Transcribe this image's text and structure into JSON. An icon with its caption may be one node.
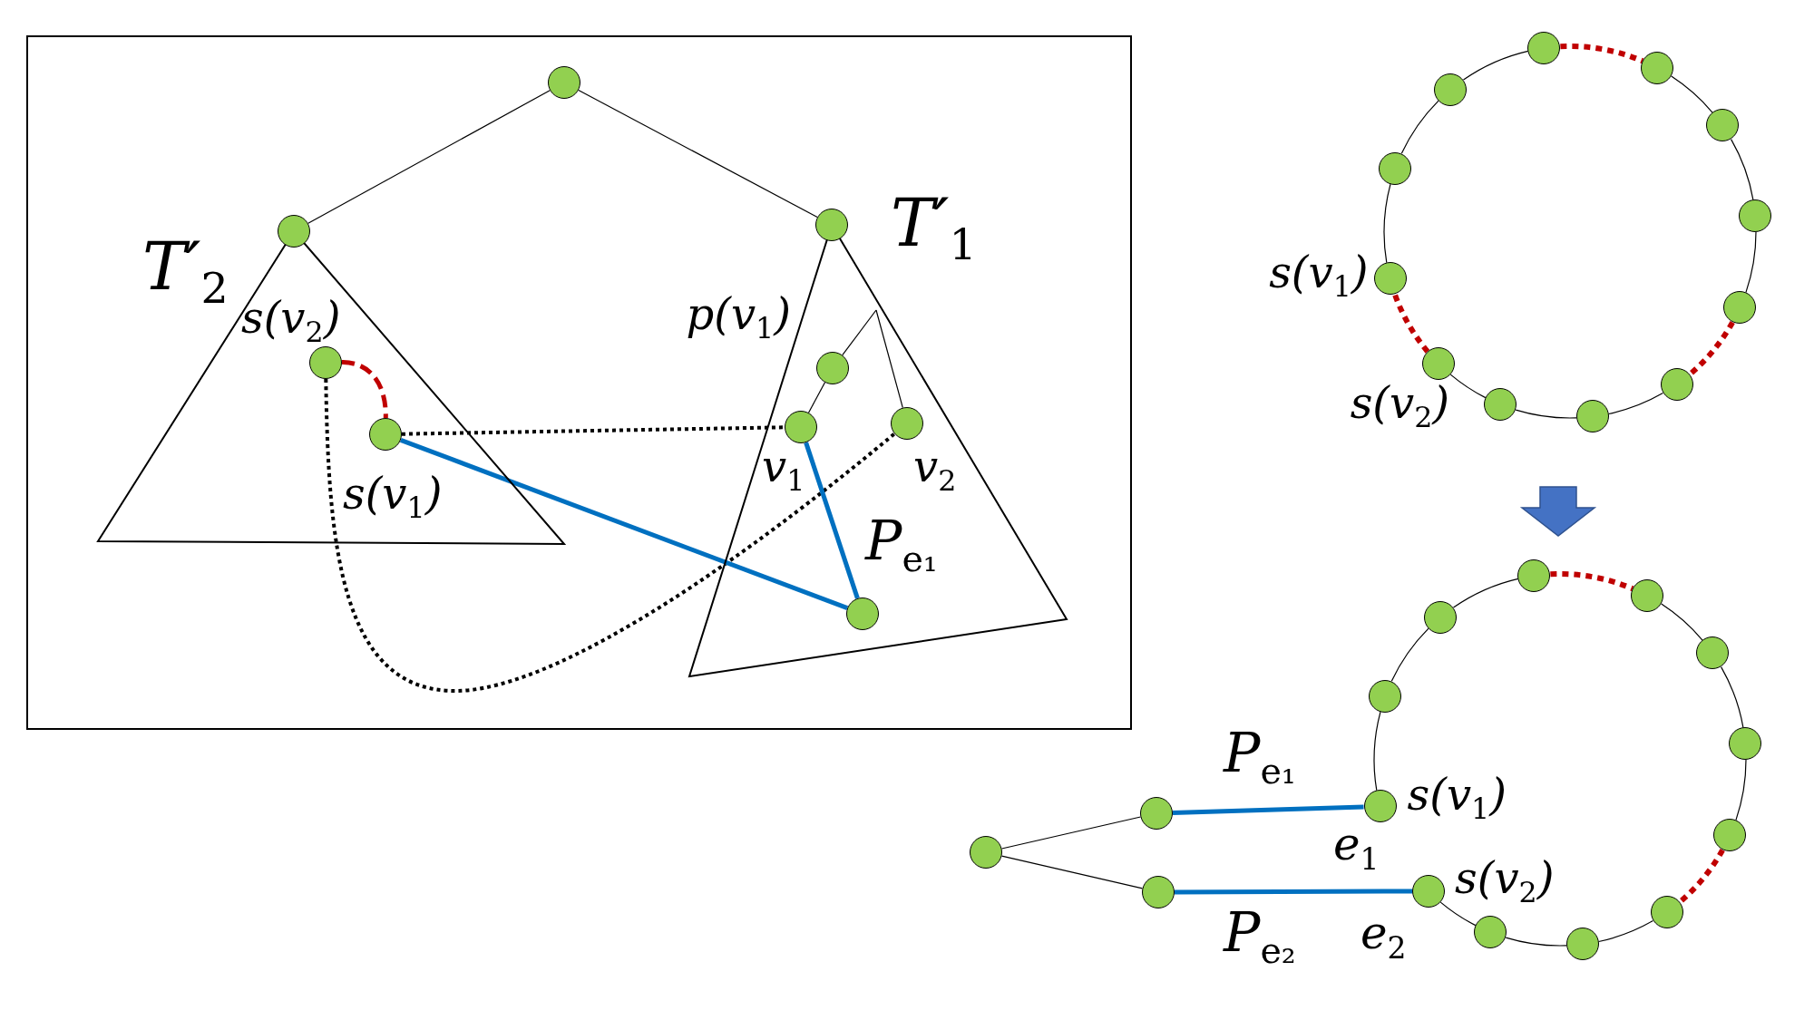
{
  "diagram": {
    "nodes": [
      {
        "text": [],
        "shape": "box"
      },
      {
        "text": [],
        "shape": "circle",
        "in": 0
      },
      {
        "text": [
          "T′$_{2}$"
        ],
        "in": 0
      },
      {
        "text": [],
        "shape": "circle",
        "in": 0
      },
      {
        "text": [],
        "shape": "circle",
        "in": 2,
        "beside": [
          "s(v$_{2}$)"
        ]
      },
      {
        "text": [],
        "shape": "circle",
        "in": 2,
        "beside": [
          "s(v$_{1}$)"
        ]
      },
      {
        "text": [
          "T′$_{1}$"
        ],
        "in": 0
      },
      {
        "text": [],
        "shape": "circle",
        "in": 0
      },
      {
        "text": [],
        "shape": "circle",
        "in": 6,
        "beside": [
          "p(v$_{1}$)"
        ]
      },
      {
        "text": [],
        "shape": "circle",
        "in": 6,
        "beside": [
          "v$_{1}$"
        ]
      },
      {
        "text": [],
        "shape": "circle",
        "in": 6,
        "beside": [
          "v$_{2}$"
        ]
      },
      {
        "text": [],
        "shape": "circle",
        "in": 6
      },
      {
        "text": [],
        "shape": "circle"
      },
      {
        "text": [],
        "shape": "circle"
      },
      {
        "text": [],
        "shape": "circle"
      },
      {
        "text": [],
        "shape": "circle"
      },
      {
        "text": [],
        "shape": "circle"
      },
      {
        "text": [],
        "shape": "circle"
      },
      {
        "text": [],
        "shape": "circle"
      },
      {
        "text": [],
        "shape": "circle"
      },
      {
        "text": [],
        "shape": "circle",
        "beside": [
          "s(v$_{2}$)"
        ]
      },
      {
        "text": [],
        "shape": "circle",
        "beside": [
          "s(v$_{1}$)"
        ]
      },
      {
        "text": [],
        "shape": "circle"
      },
      {
        "text": [],
        "shape": "circle"
      },
      {
        "text": [],
        "shape": "circle"
      },
      {
        "text": [],
        "shape": "circle"
      },
      {
        "text": [],
        "shape": "circle"
      },
      {
        "text": [],
        "shape": "circle"
      },
      {
        "text": [],
        "shape": "circle"
      },
      {
        "text": [],
        "shape": "circle"
      },
      {
        "text": [],
        "shape": "circle"
      },
      {
        "text": [],
        "shape": "circle"
      },
      {
        "text": [],
        "shape": "circle"
      },
      {
        "text": [],
        "shape": "circle"
      },
      {
        "text": [],
        "shape": "circle"
      },
      {
        "text": [],
        "shape": "circle",
        "beside": [
          "s(v$_{2}$)"
        ]
      },
      {
        "text": [],
        "shape": "circle",
        "beside": [
          "s(v$_{1}$)"
        ]
      },
      {
        "text": [],
        "shape": "circle"
      },
      {
        "text": [],
        "shape": "circle"
      }
    ],
    "edges": [
      {
        "from": 1,
        "to": 3,
        "arrow": "none"
      },
      {
        "from": 1,
        "to": 7,
        "arrow": "none"
      },
      {
        "from": 4,
        "to": 5,
        "arrow": "none",
        "style": "dashed",
        "color": "#c00000"
      },
      {
        "from": 4,
        "to": 10,
        "arrow": "none",
        "style": "dashed"
      },
      {
        "from": 5,
        "to": 9,
        "arrow": "none",
        "style": "dashed"
      },
      {
        "from": 5,
        "to": 11,
        "arrow": "none",
        "style": "thick",
        "color": "#0070c0"
      },
      {
        "from": 9,
        "to": 11,
        "arrow": "none",
        "label": "P$_{e₁}$",
        "style": "thick",
        "color": "#0070c0"
      },
      {
        "from": 8,
        "to": 9,
        "arrow": "none"
      },
      {
        "from": null,
        "to": 8,
        "arrow": "none"
      },
      {
        "from": null,
        "to": 10,
        "arrow": "none"
      },
      {
        "from": 12,
        "to": 13,
        "arrow": "none",
        "style": "dashed",
        "color": "#c00000"
      },
      {
        "from": 13,
        "to": 14,
        "arrow": "none"
      },
      {
        "from": 14,
        "to": 15,
        "arrow": "none"
      },
      {
        "from": 15,
        "to": 16,
        "arrow": "none"
      },
      {
        "from": 16,
        "to": 17,
        "arrow": "none",
        "style": "dashed",
        "color": "#c00000"
      },
      {
        "from": 17,
        "to": 18,
        "arrow": "none"
      },
      {
        "from": 18,
        "to": 19,
        "arrow": "none"
      },
      {
        "from": 19,
        "to": 20,
        "arrow": "none"
      },
      {
        "from": 20,
        "to": 21,
        "arrow": "none",
        "style": "dashed",
        "color": "#c00000"
      },
      {
        "from": 21,
        "to": 22,
        "arrow": "none"
      },
      {
        "from": 22,
        "to": 23,
        "arrow": "none"
      },
      {
        "from": 23,
        "to": 12,
        "arrow": "none"
      },
      {
        "from": 24,
        "to": 25,
        "arrow": "none"
      },
      {
        "from": 24,
        "to": 26,
        "arrow": "none"
      },
      {
        "from": 25,
        "to": 36,
        "arrow": "none",
        "label": "P$_{e₁}$",
        "style": "thick",
        "color": "#0070c0"
      },
      {
        "from": 26,
        "to": 35,
        "arrow": "none",
        "label": "P$_{e₂}$",
        "style": "thick",
        "color": "#0070c0"
      },
      {
        "from": 27,
        "to": 28,
        "arrow": "none",
        "style": "dashed",
        "color": "#c00000"
      },
      {
        "from": 28,
        "to": 29,
        "arrow": "none"
      },
      {
        "from": 29,
        "to": 30,
        "arrow": "none"
      },
      {
        "from": 30,
        "to": 31,
        "arrow": "none"
      },
      {
        "from": 31,
        "to": 32,
        "arrow": "none",
        "style": "dashed",
        "color": "#c00000"
      },
      {
        "from": 32,
        "to": 33,
        "arrow": "none"
      },
      {
        "from": 33,
        "to": 34,
        "arrow": "none"
      },
      {
        "from": 34,
        "to": 35,
        "arrow": "none"
      },
      {
        "from": 36,
        "to": 37,
        "arrow": "none"
      },
      {
        "from": 37,
        "to": 38,
        "arrow": "none"
      },
      {
        "from": 38,
        "to": 27,
        "arrow": "none"
      }
    ],
    "labels": [
      "e$_{1}$",
      "e$_{2}$"
    ]
  }
}
